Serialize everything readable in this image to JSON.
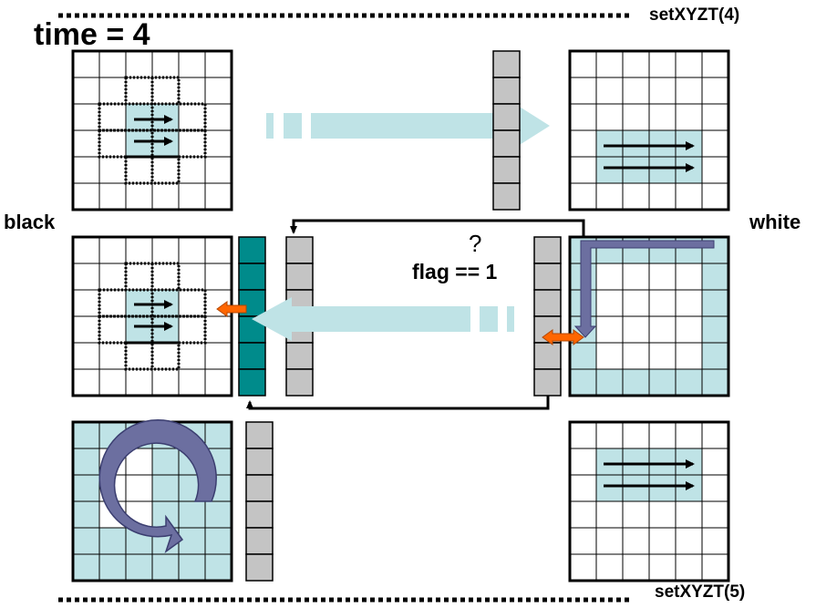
{
  "labels": {
    "time": "time = 4",
    "set_top": "setXYZT(4)",
    "set_bottom": "setXYZT(5)",
    "black": "black",
    "white": "white",
    "question": "?",
    "flag": "flag == 1"
  },
  "colors": {
    "highlight": "#bfe3e6",
    "fade_arrow": "#bfe3e6",
    "halo_column": "#c4c4c4",
    "teal_column": "#008b8b",
    "orange_arrow": "#ff6600",
    "rotation_arrow": "#6c6fa0",
    "grid_line": "#000000"
  },
  "icons": {
    "exchange": "double-headed-arrow-icon",
    "rotate": "circular-arrow-icon"
  }
}
